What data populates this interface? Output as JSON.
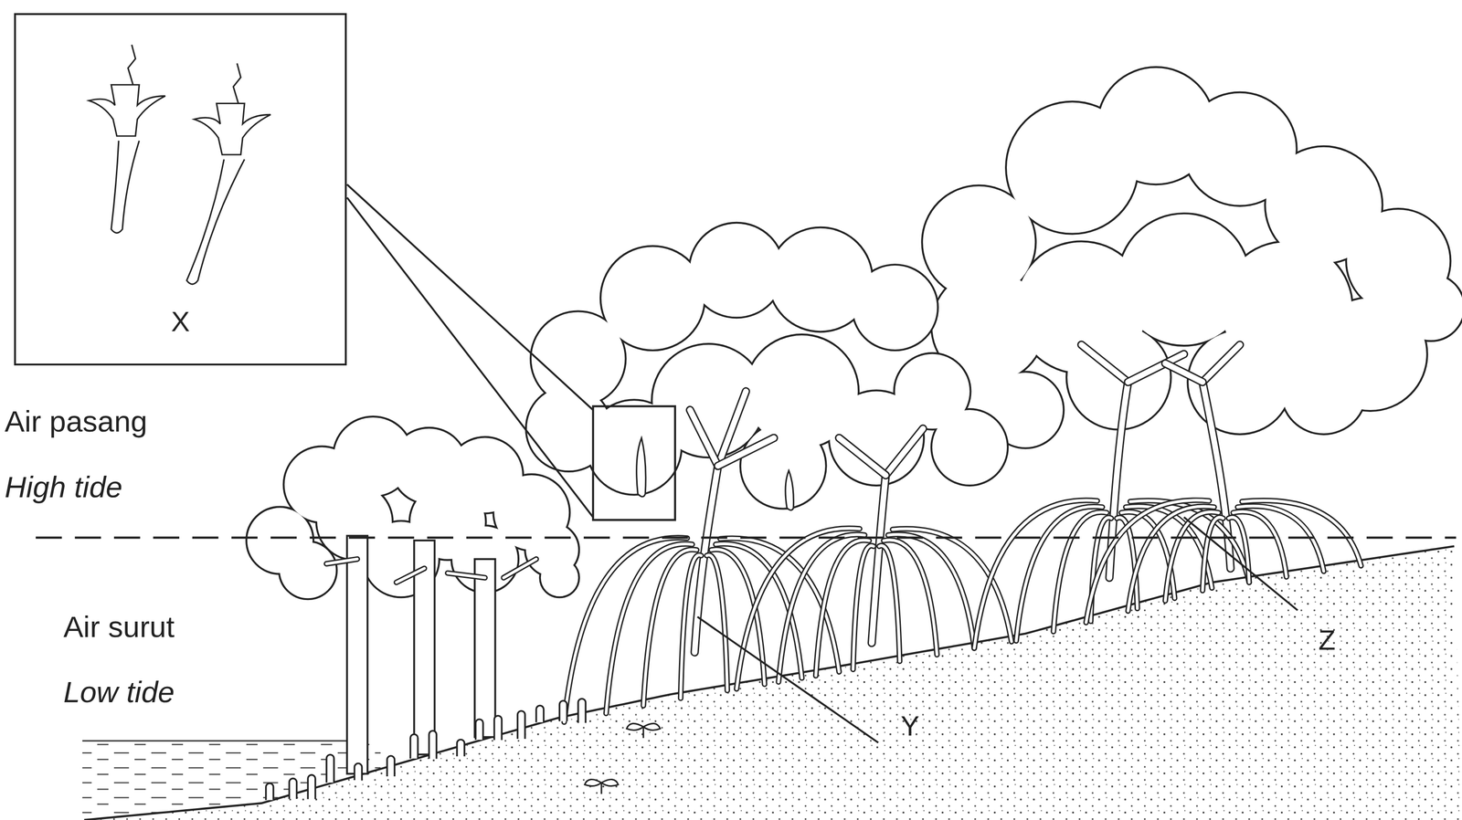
{
  "diagram": {
    "nodes": [
      {
        "text": [
          "X"
        ]
      }
    ],
    "labels": [
      "Air pasang",
      "High tide",
      "Air surut",
      "Low tide",
      "Y",
      "Z"
    ]
  }
}
